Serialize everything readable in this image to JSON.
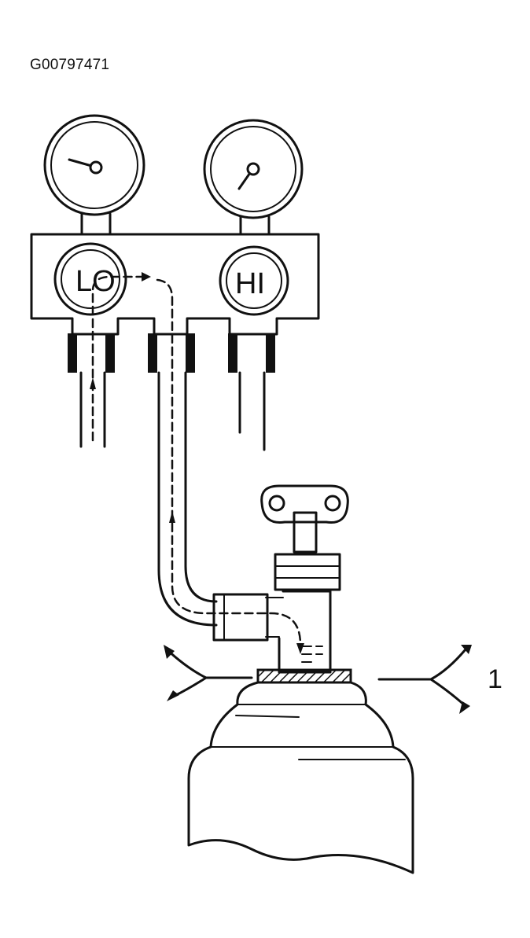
{
  "figure_id": "G00797471",
  "gauges": {
    "low_label": "LO",
    "high_label": "HI"
  },
  "callout_label": "1"
}
